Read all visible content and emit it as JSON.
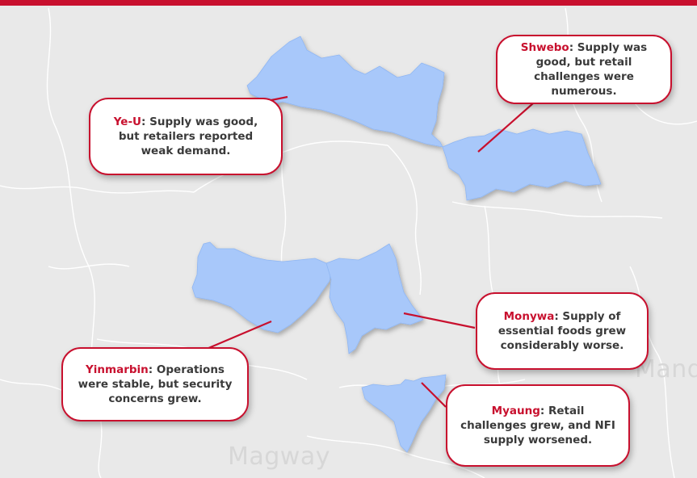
{
  "map": {
    "background_labels": {
      "magway": "Magway",
      "mandalay_partial": "Mand"
    },
    "colors": {
      "region_fill": "#a8c8fa",
      "accent": "#c8102e",
      "land": "#e9e9e9",
      "border_line": "#ffffff"
    }
  },
  "callouts": {
    "shwebo": {
      "name": "Shwebo",
      "text": ": Supply was good, but retail challenges were numerous."
    },
    "ye_u": {
      "name": "Ye-U",
      "text": ": Supply was good, but retailers reported weak demand."
    },
    "monywa": {
      "name": "Monywa",
      "text": ": Supply of essential foods grew considerably worse."
    },
    "yinmarbin": {
      "name": "Yinmarbin",
      "text": ": Operations were stable, but security concerns grew."
    },
    "myaung": {
      "name": "Myaung",
      "text": ": Retail challenges grew, and NFI supply worsened."
    }
  }
}
